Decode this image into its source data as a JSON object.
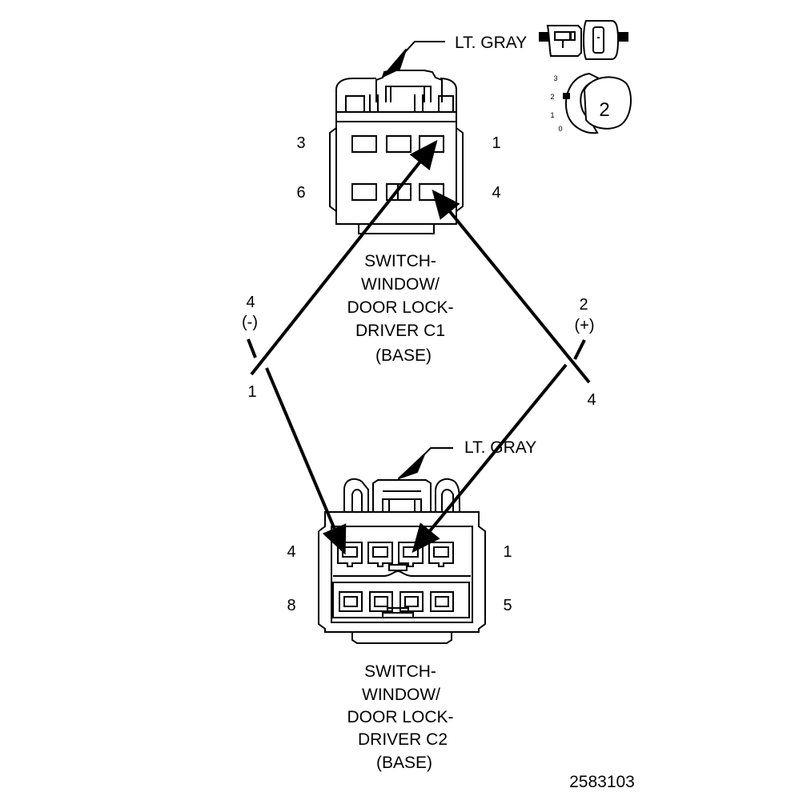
{
  "colors": {
    "ink": "#000000",
    "background": "#ffffff",
    "part": "#ffffff"
  },
  "connector_c1": {
    "color_label": "LT. GRAY",
    "pins": {
      "top_left": "3",
      "top_right": "1",
      "bottom_left": "6",
      "bottom_right": "4"
    },
    "name_lines": [
      "SWITCH-",
      "WINDOW/",
      "DOOR LOCK-",
      "DRIVER C1",
      "(BASE)"
    ]
  },
  "connector_c2": {
    "color_label": "LT. GRAY",
    "pins": {
      "top_left": "4",
      "top_right": "1",
      "bottom_left": "8",
      "bottom_right": "5"
    },
    "name_lines": [
      "SWITCH-",
      "WINDOW/",
      "DOOR LOCK-",
      "DRIVER C2",
      "(BASE)"
    ]
  },
  "jumper_left": {
    "meter_pin": "4",
    "polarity": "(-)",
    "end_label": "1"
  },
  "jumper_right": {
    "meter_pin": "2",
    "polarity": "(+)",
    "end_label": "4"
  },
  "switch_position_icon": {
    "scale": [
      "3",
      "2",
      "1",
      "0"
    ],
    "selected": "2",
    "icon": "switch-position-icon"
  },
  "figure_number": "2583103"
}
